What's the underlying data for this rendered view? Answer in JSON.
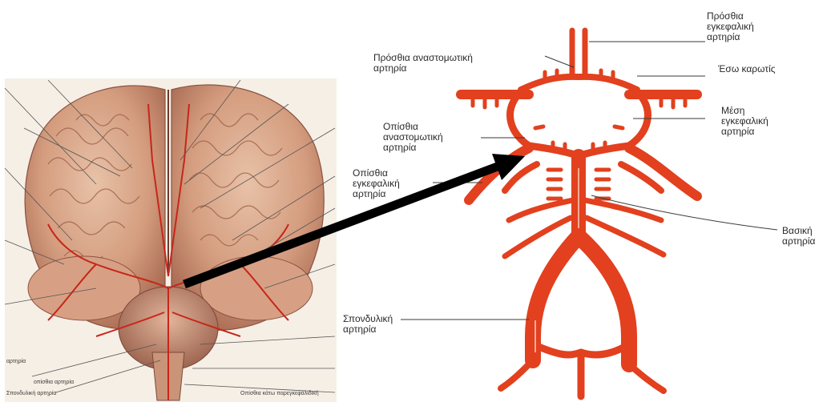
{
  "colors": {
    "artery": "#e2401e",
    "artery_dark": "#c4321a",
    "leader": "#3a3a3a",
    "arrow": "#000000",
    "brain": "#d8a88c"
  },
  "labels": {
    "anterior_cerebral": [
      "Πρόσθια",
      "εγκεφαλική",
      "αρτηρία"
    ],
    "anterior_communicating": [
      "Πρόσθια αναστομωτική",
      "αρτηρία"
    ],
    "internal_carotid": [
      "Έσω καρωτίς"
    ],
    "middle_cerebral": [
      "Μέση",
      "εγκεφαλική",
      "αρτηρία"
    ],
    "posterior_communicating": [
      "Οπίσθια",
      "αναστομωτική",
      "αρτηρία"
    ],
    "posterior_cerebral": [
      "Οπίσθια",
      "εγκεφαλική",
      "αρτηρία"
    ],
    "basilar": [
      "Βασική",
      "αρτηρία"
    ],
    "vertebral": [
      "Σπονδυλική",
      "αρτηρία"
    ]
  },
  "photo_labels": {
    "left_1": "αρτηρία",
    "left_2": "οπίσθια αρτηρία",
    "bottom_1": "Σπονδυλική αρτηρία",
    "bottom_2": "Οπίσθια κάτω παρεγκεφαλιδική"
  }
}
